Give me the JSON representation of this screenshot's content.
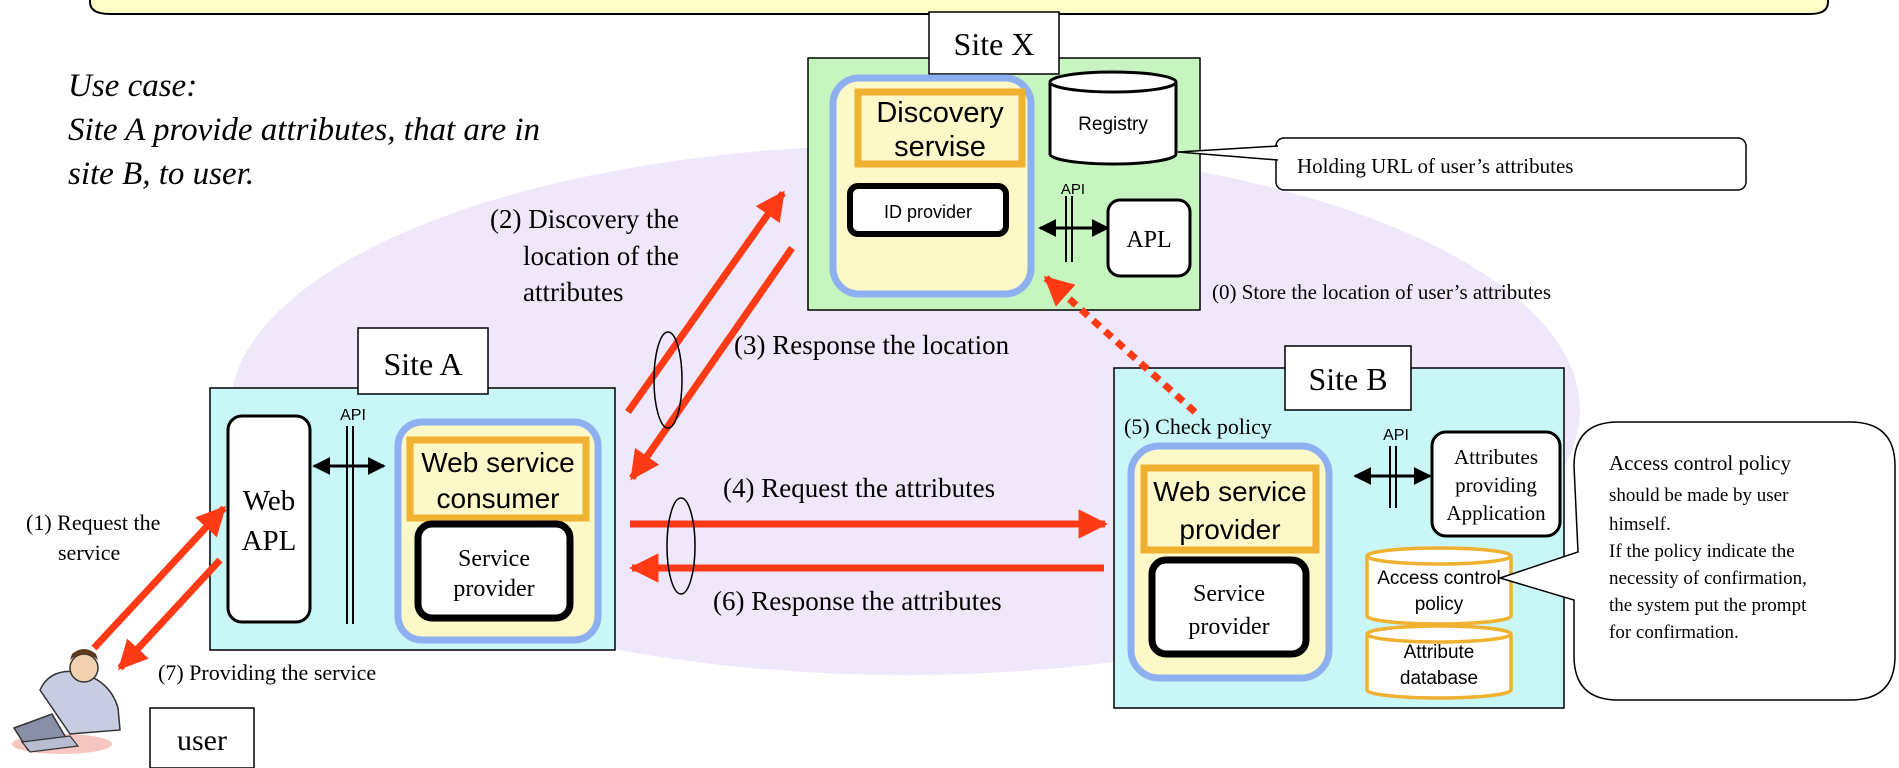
{
  "use_case": {
    "line1": "Use case:",
    "line2": "Site A provide attributes, that are in",
    "line3": "site B, to user."
  },
  "site_x": {
    "title": "Site X",
    "discovery_line1": "Discovery",
    "discovery_line2": "servise",
    "id_provider": "ID provider",
    "registry": "Registry",
    "api": "API",
    "apl": "APL",
    "registry_note": "Holding URL of user’s attributes"
  },
  "site_a": {
    "title": "Site A",
    "web_apl_line1": "Web",
    "web_apl_line2": "APL",
    "api": "API",
    "wsc_line1": "Web service",
    "wsc_line2": "consumer",
    "sp_line1": "Service",
    "sp_line2": "provider"
  },
  "site_b": {
    "title": "Site B",
    "check_policy": "(5) Check policy",
    "wsp_line1": "Web service",
    "wsp_line2": "provider",
    "sp_line1": "Service",
    "sp_line2": "provider",
    "api": "API",
    "apa_line1": "Attributes",
    "apa_line2": "providing",
    "apa_line3": "Application",
    "acp_line1": "Access control",
    "acp_line2": "policy",
    "db_line1": "Attribute",
    "db_line2": "database"
  },
  "steps": {
    "step0": "(0) Store the location of user’s attributes",
    "step1_line1": "(1) Request the",
    "step1_line2": "service",
    "step2_line1": "(2) Discovery the",
    "step2_line2": "location of the",
    "step2_line3": "attributes",
    "step3": "(3) Response the location",
    "step4": "(4) Request the attributes",
    "step6": "(6) Response the attributes",
    "step7": "(7) Providing the service"
  },
  "user_label": "user",
  "policy_callout": {
    "line1": "Access control policy",
    "line2": "should be made by user",
    "line3": "himself.",
    "line4": "If the policy indicate the",
    "line5": "necessity of confirmation,",
    "line6": "the system put the prompt",
    "line7": "for confirmation."
  },
  "colors": {
    "arrow_red": "#ff3a14",
    "site_x_bg": "#c6f5c0",
    "site_ab_bg": "#c9f6f6",
    "ellipse": "#efe8fb",
    "blue_border": "#8fb0f0",
    "gold_border": "#f0b030",
    "cream": "#fdf8c8"
  }
}
